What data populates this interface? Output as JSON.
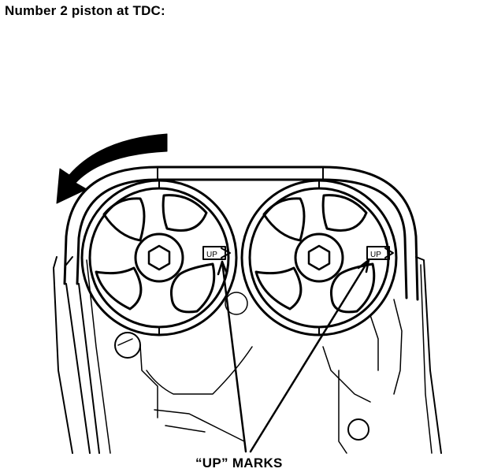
{
  "title": "Number 2 piston at TDC:",
  "callout_label": "“UP” MARKS",
  "pulley_marks": {
    "left": "UP",
    "right": "UP"
  },
  "colors": {
    "ink": "#000000",
    "paper": "#ffffff"
  },
  "icons": {
    "rotation": "rotation-arrow-icon"
  }
}
